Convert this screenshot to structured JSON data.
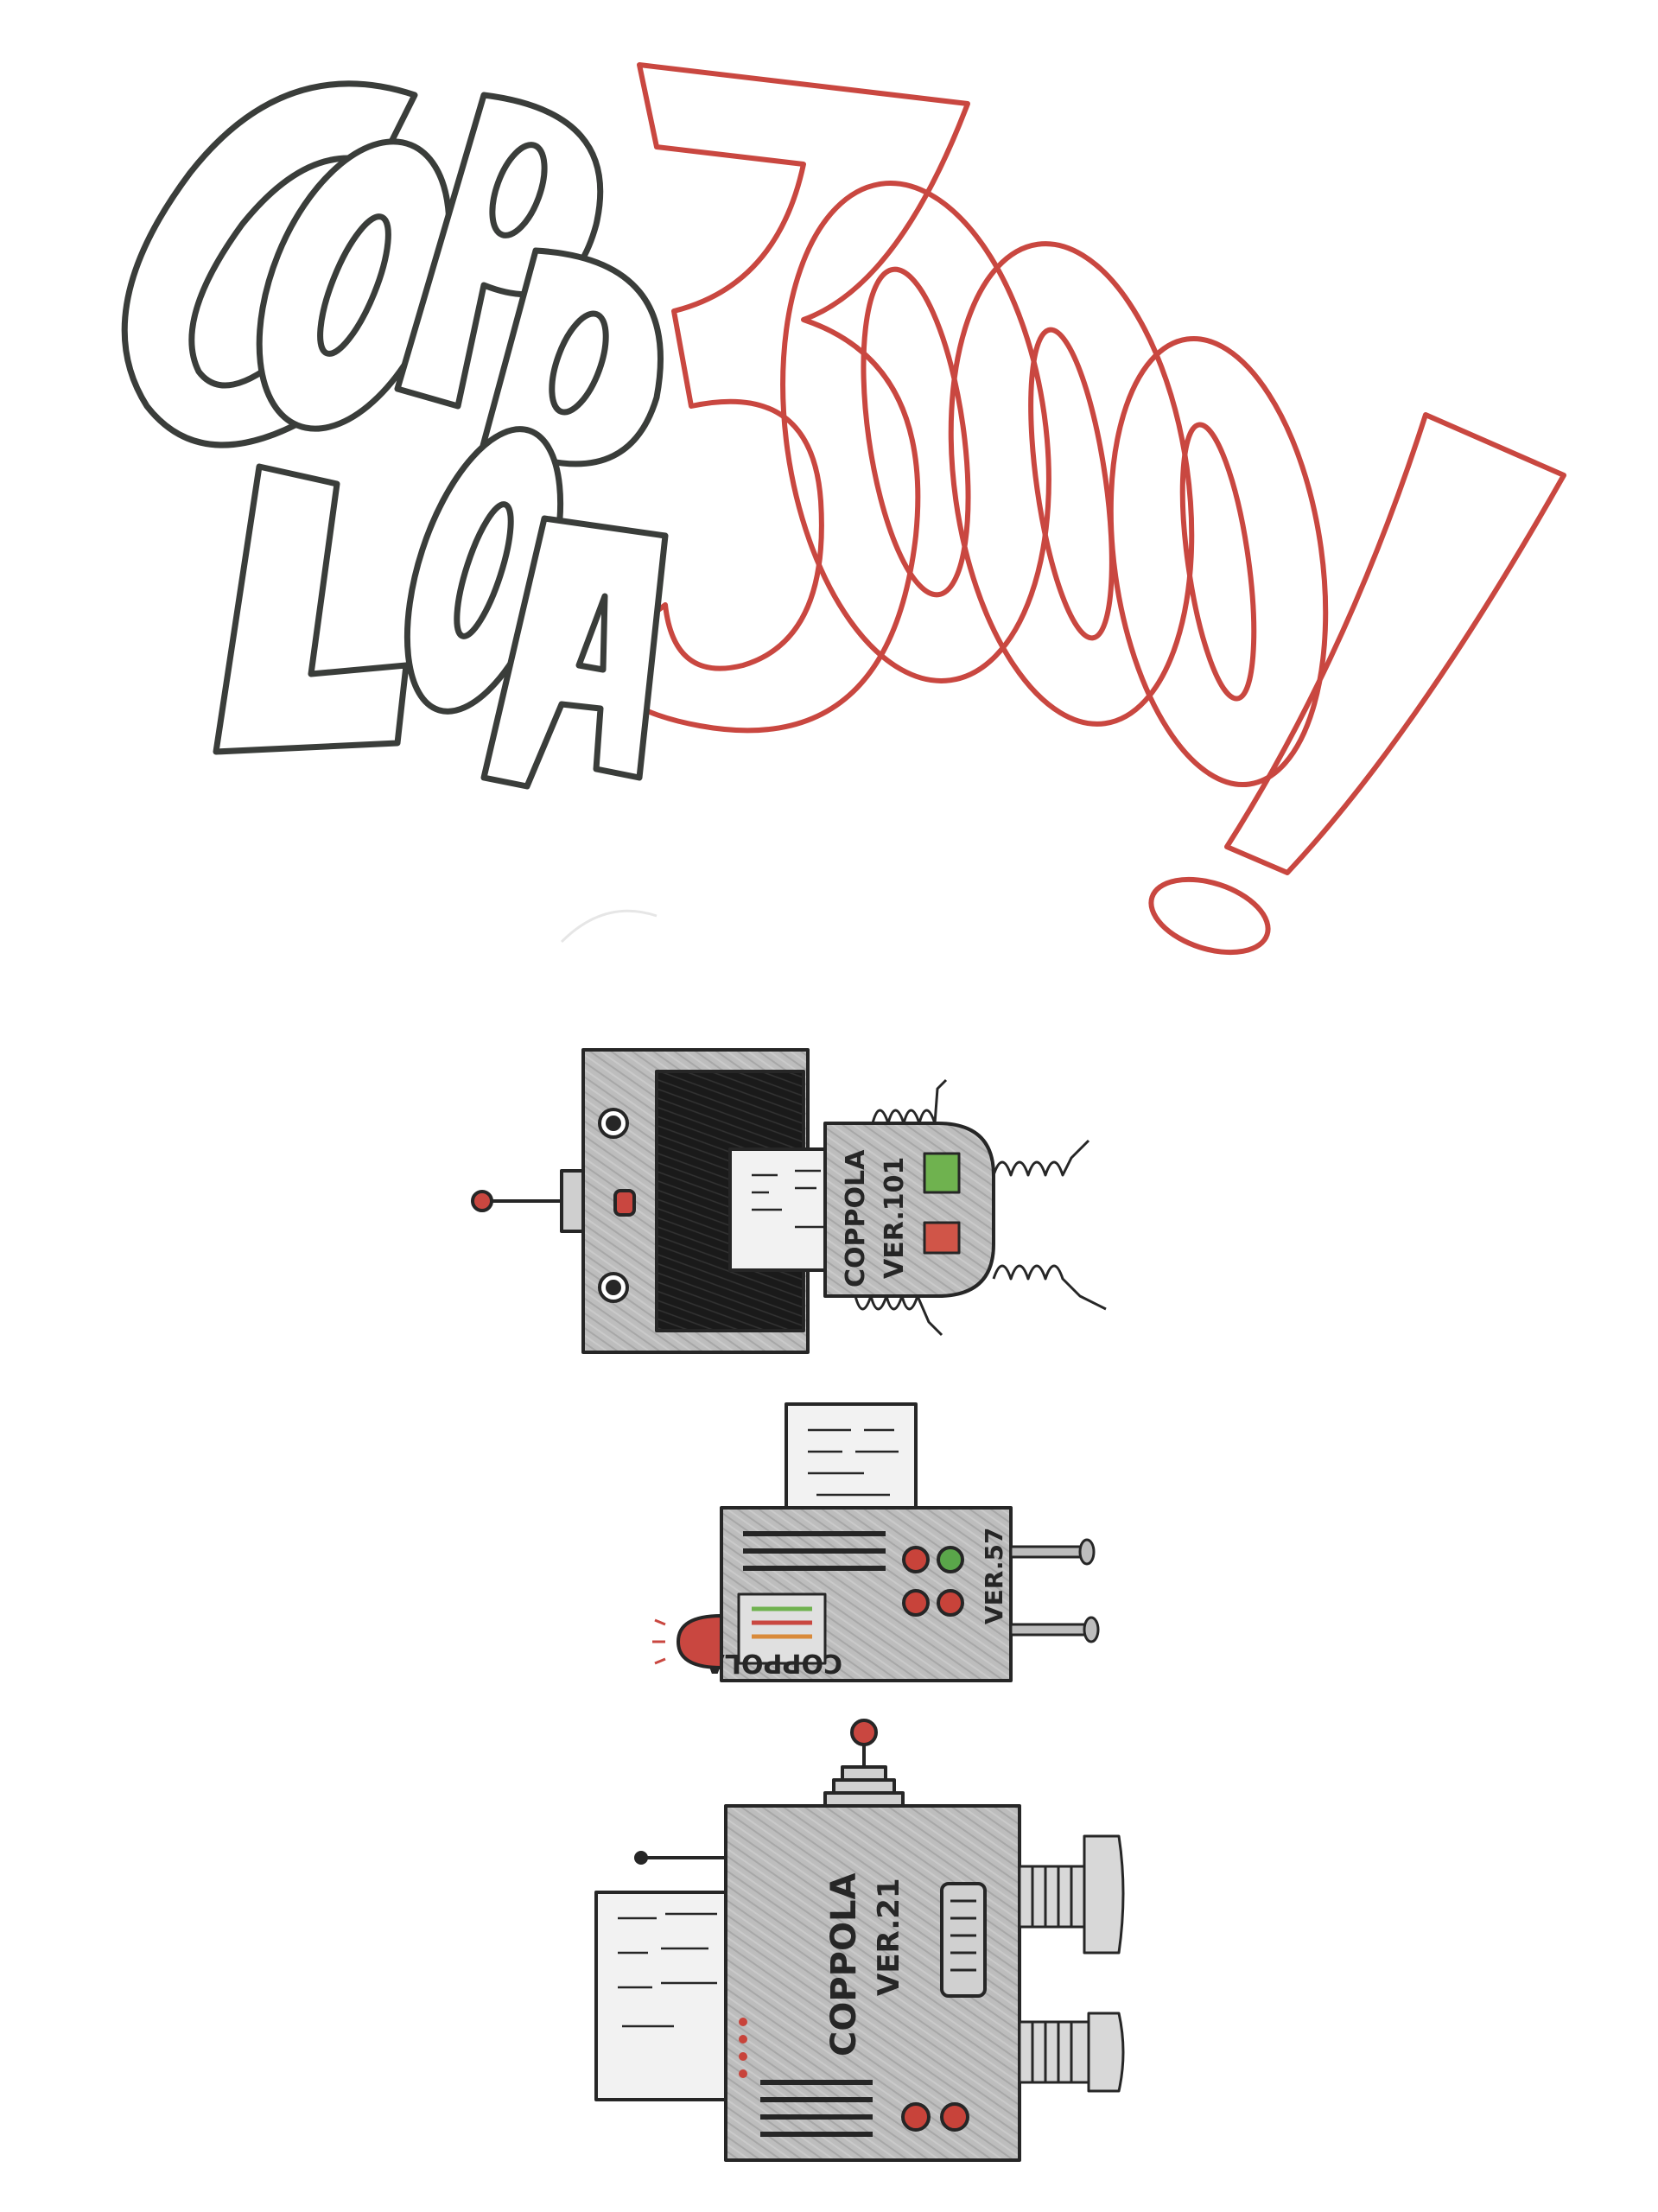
{
  "title": {
    "word": "COPPOLA",
    "number": "3000",
    "punct": "!",
    "colors": {
      "word": "#3a3d3a",
      "number": "#c94740"
    }
  },
  "robots": [
    {
      "brand": "COPPOLA",
      "version": "VER.101",
      "lights": [
        "#d05548",
        "#8cc86a"
      ]
    },
    {
      "brand": "COPPOLA",
      "version": "VER.57",
      "lights": [
        "#c8433a",
        "#5aa64a",
        "#c8433a",
        "#c8433a"
      ]
    },
    {
      "brand": "COPPOLA",
      "version": "VER.21",
      "lights": [
        "#c8433a",
        "#c8433a"
      ]
    }
  ],
  "palette": {
    "ink": "#262626",
    "body_gray": "#bcbcbc",
    "screen": "#1c1c1c",
    "paper": "#f2f2f2",
    "red": "#c94740",
    "green": "#6fb24f"
  }
}
